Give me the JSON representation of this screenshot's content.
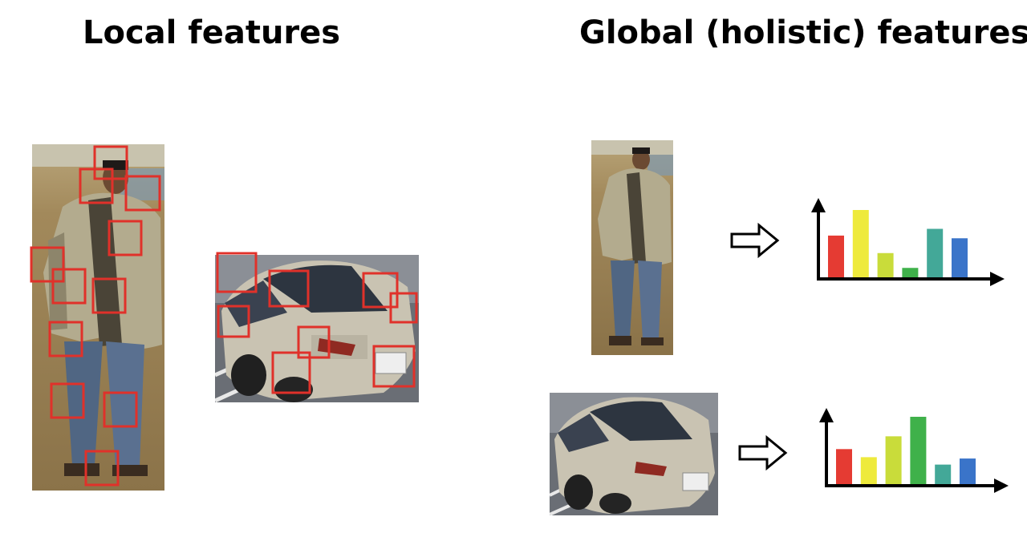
{
  "titles": {
    "local": "Local features",
    "global": "Global (holistic) features"
  },
  "colors": {
    "patch_box": "#e0312a",
    "axis": "#000000"
  },
  "histograms": [
    {
      "name": "person-histogram",
      "values": [
        0.62,
        1.0,
        0.36,
        0.14,
        0.72,
        0.58
      ],
      "colors": [
        "#e53b33",
        "#eeea3c",
        "#c9dc3a",
        "#3fb14a",
        "#43a898",
        "#3a74c9"
      ]
    },
    {
      "name": "car-histogram",
      "values": [
        0.52,
        0.4,
        0.71,
        1.0,
        0.29,
        0.38
      ],
      "colors": [
        "#e53b33",
        "#eeea3c",
        "#c9dc3a",
        "#3fb14a",
        "#43a898",
        "#3a74c9"
      ]
    }
  ],
  "icons": {
    "arrow": "right-arrow-icon"
  }
}
